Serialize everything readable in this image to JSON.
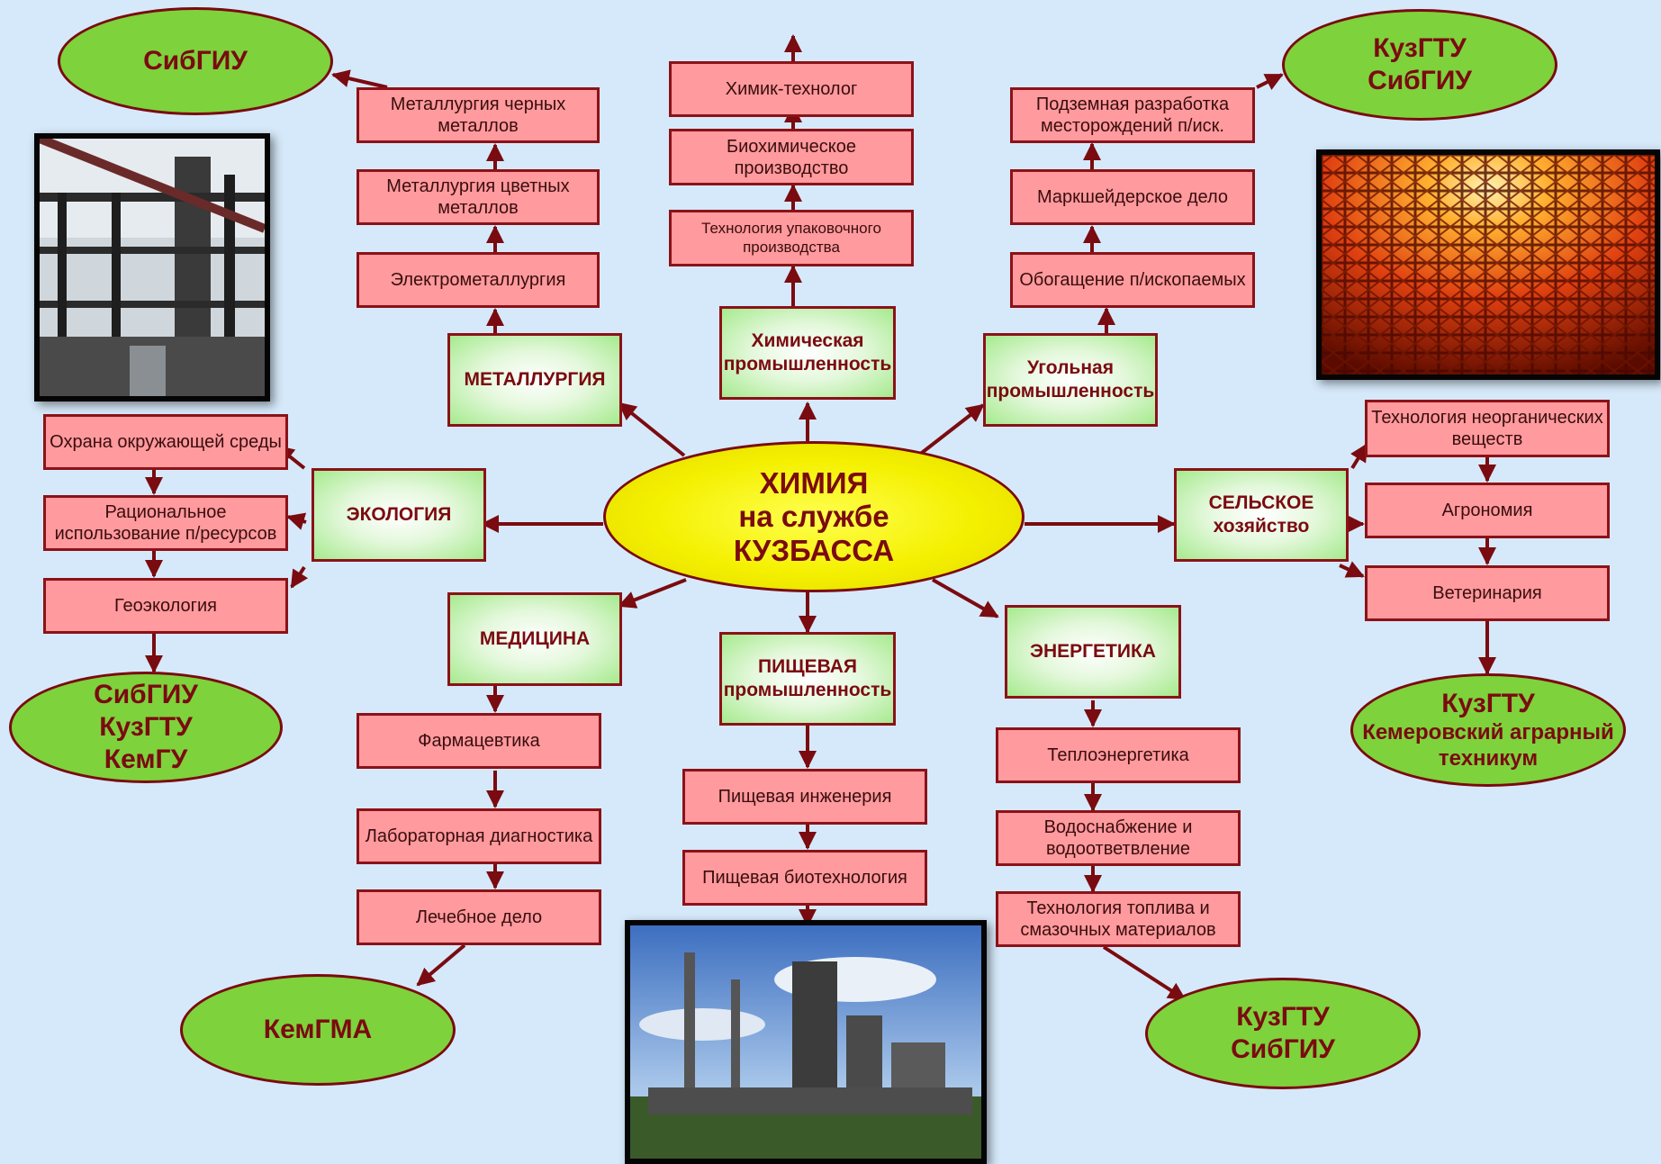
{
  "center": {
    "line1": "ХИМИЯ",
    "line2": "на службе",
    "line3": "КУЗБАССА"
  },
  "categories": {
    "metallurgy": "МЕТАЛЛУРГИЯ",
    "chemical_industry": "Химическая промышленность",
    "coal_industry": "Угольная промышленность",
    "ecology": "ЭКОЛОГИЯ",
    "agriculture": "СЕЛЬСКОЕ хозяйство",
    "medicine": "МЕДИЦИНА",
    "food_industry": "ПИЩЕВАЯ промышленность",
    "energy": "ЭНЕРГЕТИКА"
  },
  "specialties": {
    "metallurgy": [
      "Электрометаллургия",
      "Металлургия цветных металлов",
      "Металлургия черных металлов"
    ],
    "chemical": [
      "Технология упаковочного производства",
      "Биохимическое производство",
      "Химик-технолог"
    ],
    "coal": [
      "Обогащение п/ископаемых",
      "Маркшейдерское дело",
      "Подземная разработка месторождений п/иск."
    ],
    "ecology": [
      "Охрана окружающей среды",
      "Рациональное использование п/ресурсов",
      "Геоэкология"
    ],
    "agriculture": [
      "Технология неорганических веществ",
      "Агрономия",
      "Ветеринария"
    ],
    "medicine": [
      "Фармацевтика",
      "Лабораторная диагностика",
      "Лечебное дело"
    ],
    "food": [
      "Пищевая инженерия",
      "Пищевая биотехнология"
    ],
    "energy": [
      "Теплоэнергетика",
      "Водоснабжение и водоответвление",
      "Технология топлива и смазочных материалов"
    ]
  },
  "universities": {
    "metallurgy": {
      "line1": "СибГИУ"
    },
    "coal": {
      "line1": "КузГТУ",
      "line2": "СибГИУ"
    },
    "ecology": {
      "line1": "СибГИУ",
      "line2": "КузГТУ",
      "line3": "КемГУ"
    },
    "agriculture": {
      "line1": "КузГТУ",
      "line2": "Кемеровский аграрный",
      "line3": "техникум"
    },
    "medicine": {
      "line1": "КемГМА"
    },
    "energy": {
      "line1": "КузГТУ",
      "line2": "СибГИУ"
    }
  },
  "colors": {
    "background": "#d6e9fa",
    "specialty_box": "#ff9a9e",
    "border": "#8b1218",
    "university": "#7ed23c",
    "center": "#f4f000",
    "category": "#e4f8dc"
  },
  "photos": [
    "steel-plant-photo",
    "glowing-coal-photo",
    "chemical-plant-photo"
  ]
}
